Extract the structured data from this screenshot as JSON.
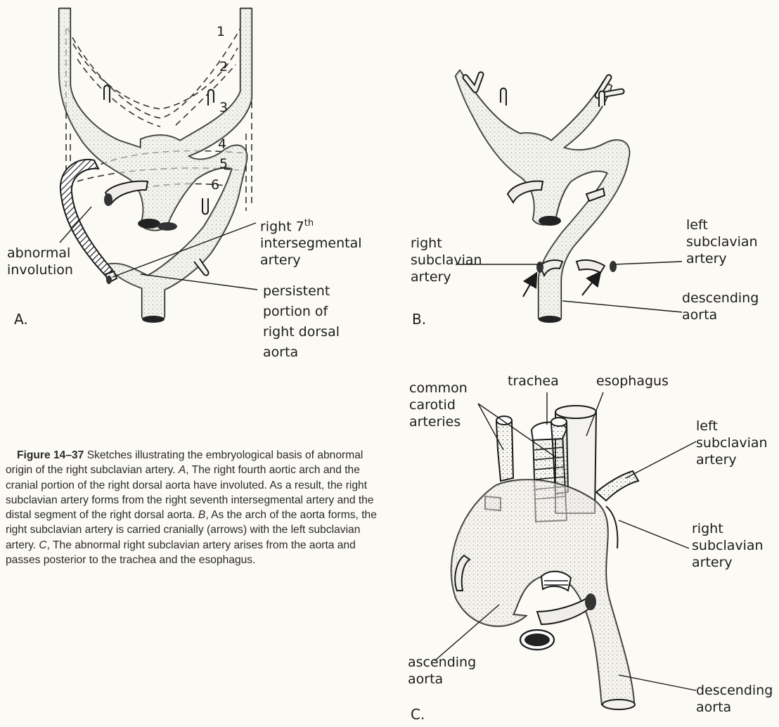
{
  "figure": {
    "number": "Figure 14–37",
    "caption_parts": [
      " Sketches illustrating the embryological basis of abnormal origin of the right subclavian artery. ",
      "A",
      ", The right fourth aortic arch and the cranial portion of the right dorsal aorta have involuted. As a result, the right subclavian artery forms from the right seventh intersegmental artery and the distal segment of the right dorsal aorta. ",
      "B",
      ", As the arch of the aorta forms, the right subclavian artery is carried cranially (arrows) with the left subclavian artery. ",
      "C",
      ", The abnormal right subclavian artery arises from the aorta and passes posterior to the trachea and the esophagus."
    ]
  },
  "panel_a": {
    "letter": "A.",
    "arch_numbers": [
      "1",
      "2",
      "3",
      "4",
      "5",
      "6"
    ],
    "labels": {
      "intersegmental_main": "right 7",
      "intersegmental_sup": "th",
      "intersegmental_rest": "intersegmental\nartery",
      "involution": "abnormal\ninvolution",
      "persistent": "persistent\nportion  of\nright dorsal\naorta"
    }
  },
  "panel_b": {
    "letter": "B.",
    "labels": {
      "right_subclavian": "right\nsubclavian\nartery",
      "left_subclavian": "left\nsubclavian\nartery",
      "descending": "descending\naorta"
    }
  },
  "panel_c": {
    "letter": "C.",
    "labels": {
      "common_carotid": "common\ncarotid\narteries",
      "trachea": "trachea",
      "esophagus": "esophagus",
      "left_subclavian": "left\nsubclavian\nartery",
      "right_subclavian": "right\nsubclavian\nartery",
      "ascending": "ascending\naorta",
      "descending": "descending\naorta"
    }
  },
  "colors": {
    "ink": "#1b1b1b",
    "paper": "#fbfaf5",
    "vessel_fill": "#ececea",
    "shade": "#8a8a88"
  }
}
